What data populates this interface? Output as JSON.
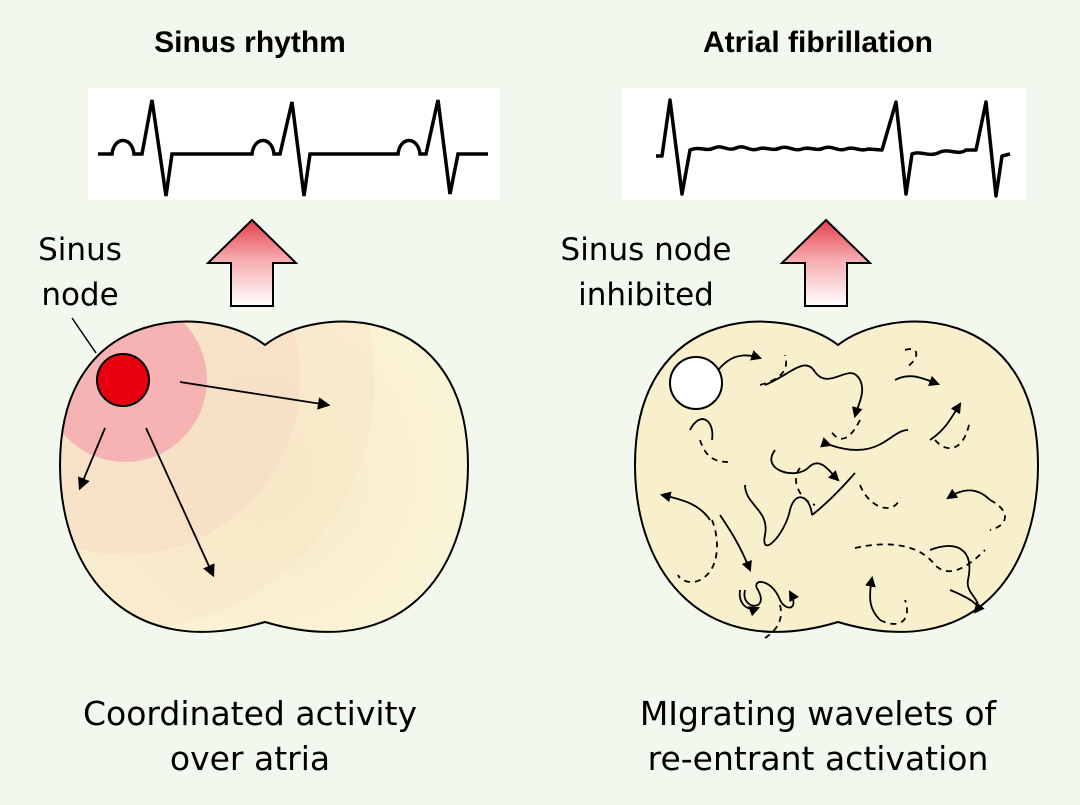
{
  "sinus": {
    "title": "Sinus rhythm",
    "node_label_line1": "Sinus",
    "node_label_line2": "node",
    "caption_line1": "Coordinated activity",
    "caption_line2": "over atria"
  },
  "af": {
    "title": "Atrial fibrillation",
    "node_label_line1": "Sinus node",
    "node_label_line2": "inhibited",
    "caption_line1": "MIgrating wavelets of",
    "caption_line2": "re-entrant activation"
  },
  "colors": {
    "background": "#f3f8ef",
    "atria_fill": "#f8f0cc",
    "sinus_node": "#e8000e",
    "node_glow": "#f7b4b8",
    "arrow_gradient_top": "#e3404a",
    "arrow_gradient_bottom": "#ffffff"
  }
}
